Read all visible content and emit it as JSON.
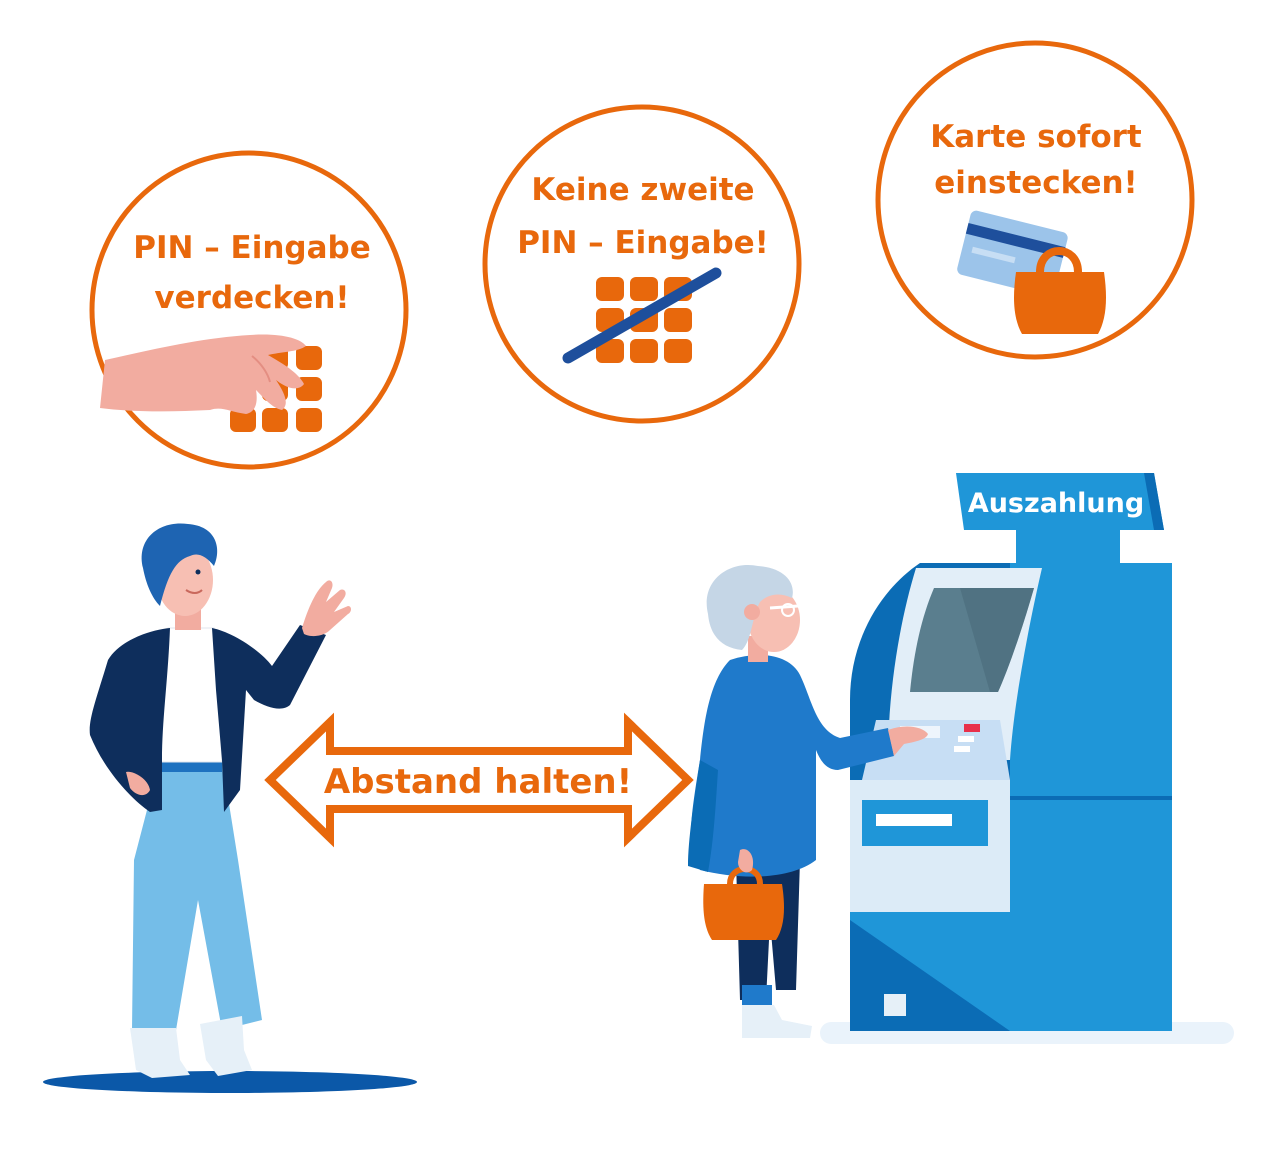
{
  "tips": [
    {
      "line1": "PIN – Eingabe",
      "line2": "verdecken!"
    },
    {
      "line1": "Keine zweite",
      "line2": "PIN – Eingabe!"
    },
    {
      "line1": "Karte sofort",
      "line2": "einstecken!"
    }
  ],
  "distance_label": "Abstand halten!",
  "atm_sign": "Auszahlung",
  "colors": {
    "orange": "#e8680c",
    "atm_blue": "#1f96d8",
    "dark_navy": "#0d2f5e",
    "light_blue": "#6fb9e6"
  }
}
